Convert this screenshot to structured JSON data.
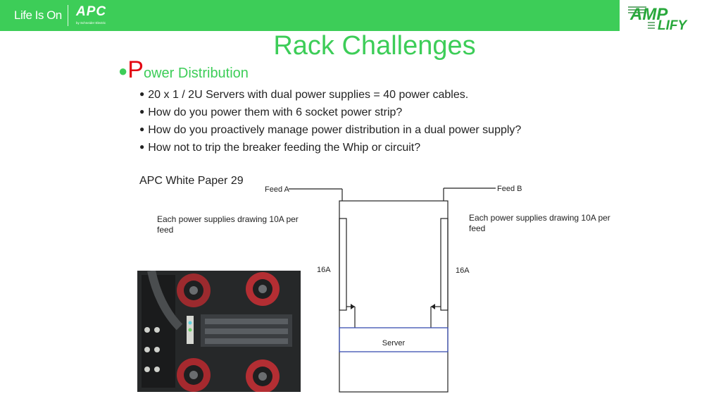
{
  "header": {
    "brand_tagline": "Life Is On",
    "company_logo": "APC",
    "company_sub": "by Schneider Electric",
    "partner_logo": "AMPLIFY",
    "partner_logo_top": "AMP",
    "partner_logo_bottom": "LIFY",
    "accent_color": "#3dcd58"
  },
  "slide": {
    "title": "Rack Challenges",
    "heading_first_letter": "P",
    "heading_rest": "ower Distribution",
    "bullets": [
      "20 x 1 / 2U Servers with dual power supplies = 40 power cables.",
      "How do you power them with 6 socket power strip?",
      "How do you proactively manage power distribution in a dual power supply?",
      "How not to trip the breaker feeding the Whip or circuit?"
    ],
    "reference": "APC White Paper 29",
    "note_left": "Each power supplies drawing 10A per feed",
    "note_right": "Each power supplies drawing 10A per feed"
  },
  "diagram": {
    "feed_a": "Feed A",
    "feed_b": "Feed B",
    "breaker_left": "16A",
    "breaker_right": "16A",
    "server_label": "Server"
  },
  "photo": {
    "icon": "server-psu-photo"
  }
}
